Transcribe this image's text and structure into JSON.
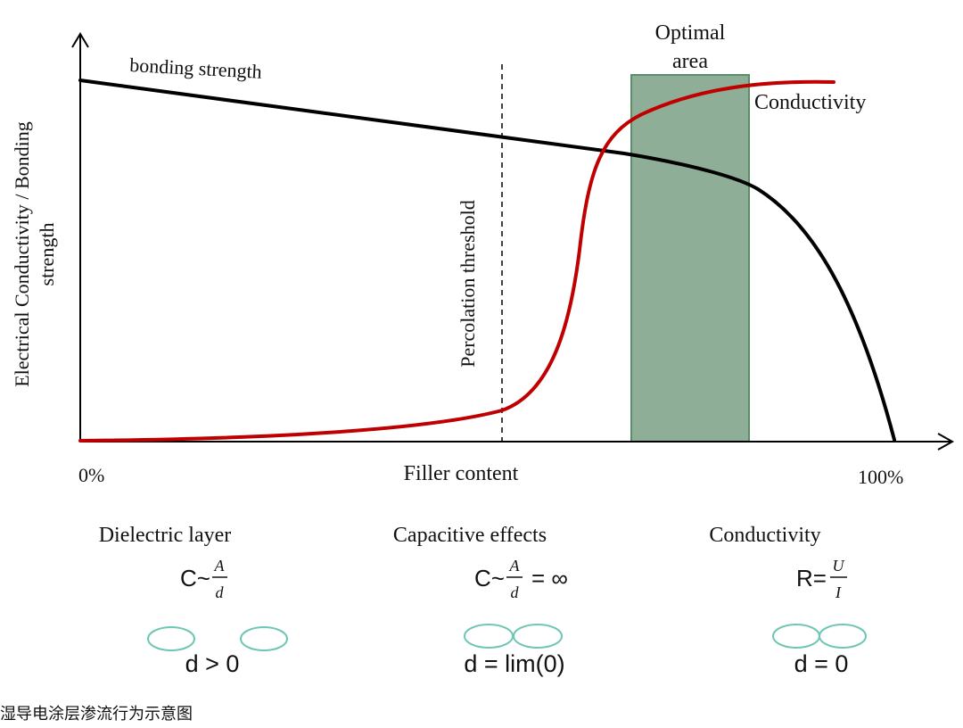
{
  "axes": {
    "y_label_line1": "Electrical Conductivity / Bonding",
    "y_label_line2": "strength",
    "x_label": "Filler content",
    "x_min_label": "0%",
    "x_max_label": "100%"
  },
  "annotations": {
    "bonding_label": "bonding strength",
    "conductivity_label": "Conductivity",
    "optimal_line1": "Optimal",
    "optimal_line2": "area",
    "percolation_label": "Percolation threshold"
  },
  "regions": [
    {
      "title": "Dielectric layer",
      "formula_lhs": "C~",
      "frac_num": "A",
      "frac_den": "d",
      "formula_rhs": "",
      "distance": "d > 0"
    },
    {
      "title": "Capacitive effects",
      "formula_lhs": "C~",
      "frac_num": "A",
      "frac_den": "d",
      "formula_rhs": "= ∞",
      "distance": "d = lim(0)"
    },
    {
      "title": "Conductivity",
      "formula_lhs": "R=",
      "frac_num": "U",
      "frac_den": "I",
      "formula_rhs": "",
      "distance": "d = 0"
    }
  ],
  "caption": "湿导电涂层渗流行为示意图",
  "colors": {
    "bonding_curve": "#000000",
    "conductivity_curve": "#c00000",
    "optimal_area": "#8fae97",
    "optimal_border": "#5d8c69",
    "particle": "#6fc6b4",
    "axis": "#000000"
  }
}
